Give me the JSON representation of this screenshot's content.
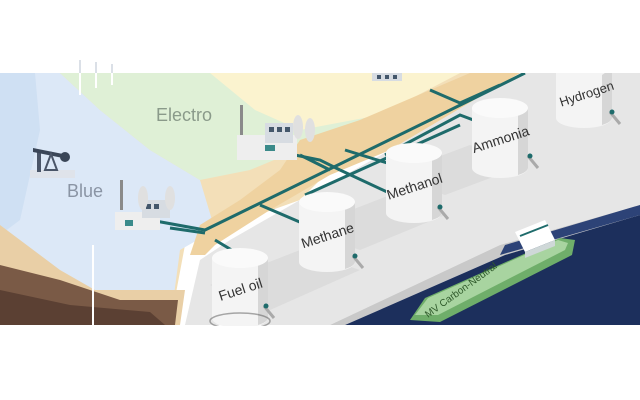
{
  "regions": {
    "electro": "Electro",
    "blue": "Blue"
  },
  "tanks": [
    {
      "id": "fuel-oil",
      "label": "Fuel oil"
    },
    {
      "id": "methane",
      "label": "Methane"
    },
    {
      "id": "methanol",
      "label": "Methanol"
    },
    {
      "id": "ammonia",
      "label": "Ammonia"
    },
    {
      "id": "hydrogen",
      "label": "Hydrogen"
    }
  ],
  "ship": {
    "name": "MV Carbon-Neutral"
  },
  "colors": {
    "electro_zone": "#dff0d6",
    "blue_zone": "#dce8f7",
    "sand": "#f3dfb8",
    "yellow_zone": "#fbf3cf",
    "deck": "#e6e6e6",
    "tank_body": "#f4f4f4",
    "tank_shadow": "#d6d6d6",
    "pipe": "#1e6b6b",
    "sea": "#1c2f5c",
    "ground_front": "#7a5a46",
    "ship_hull": "#a8d4a0",
    "ship_hull_dark": "#6fae6a"
  },
  "icons": [
    "oil-pump-icon",
    "wind-turbine-icon",
    "factory-icon",
    "valve-icon"
  ]
}
